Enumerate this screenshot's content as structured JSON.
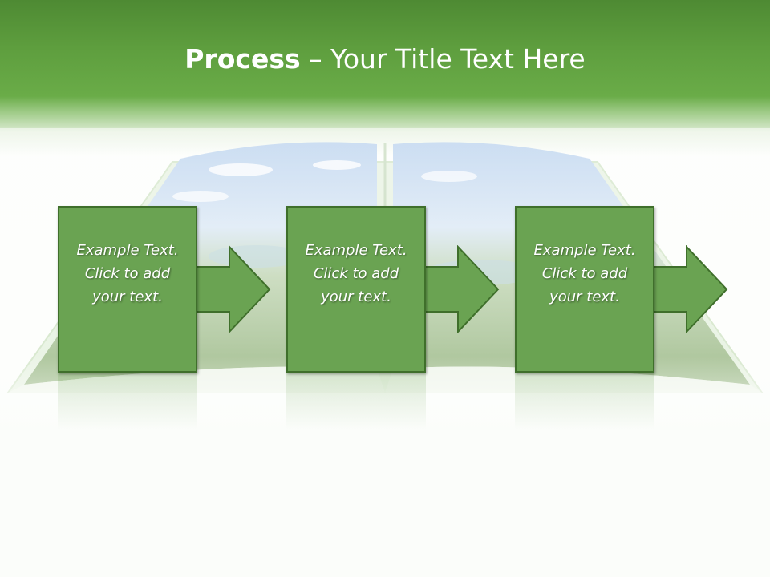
{
  "slide": {
    "title_bold": "Process",
    "title_rest": " – Your Title Text Here"
  },
  "steps": [
    {
      "line1": "Example Text.",
      "line2": "Click  to add",
      "line3": "your text."
    },
    {
      "line1": "Example Text.",
      "line2": "Click  to add",
      "line3": "your text."
    },
    {
      "line1": "Example Text.",
      "line2": "Click  to add",
      "line3": "your text."
    }
  ],
  "colors": {
    "header_green": "#5e9e3e",
    "box_fill": "#6aa352",
    "box_border": "#3f6f2b"
  }
}
